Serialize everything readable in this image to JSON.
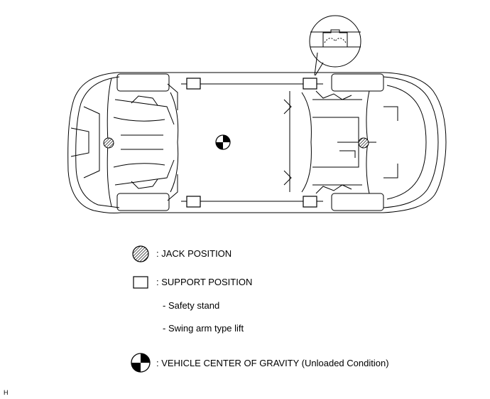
{
  "legend": {
    "jack_position": ": JACK POSITION",
    "support_position": ": SUPPORT POSITION",
    "support_items": [
      "- Safety stand",
      "- Swing arm type lift"
    ],
    "center_of_gravity": ": VEHICLE CENTER OF GRAVITY (Unloaded Condition)"
  },
  "corner_mark": "H",
  "icons": {
    "jack": "hatched-circle-icon",
    "support": "square-outline-icon",
    "center_of_gravity": "center-of-gravity-icon"
  }
}
